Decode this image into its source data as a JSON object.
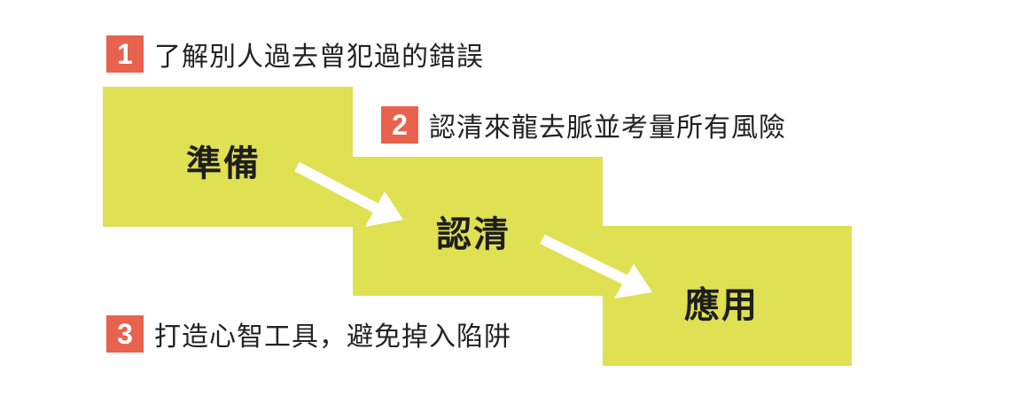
{
  "colors": {
    "block": "#dfe052",
    "badge": "#e8624e",
    "badge_text": "#ffffff",
    "text": "#222222",
    "arrow": "#ffffff"
  },
  "steps": [
    {
      "label": "準備"
    },
    {
      "label": "認清"
    },
    {
      "label": "應用"
    }
  ],
  "notes": [
    {
      "number": "1",
      "text": "了解別人過去曾犯過的錯誤"
    },
    {
      "number": "2",
      "text": "認清來龍去脈並考量所有風險"
    },
    {
      "number": "3",
      "text": "打造心智工具，避免掉入陷阱"
    }
  ]
}
